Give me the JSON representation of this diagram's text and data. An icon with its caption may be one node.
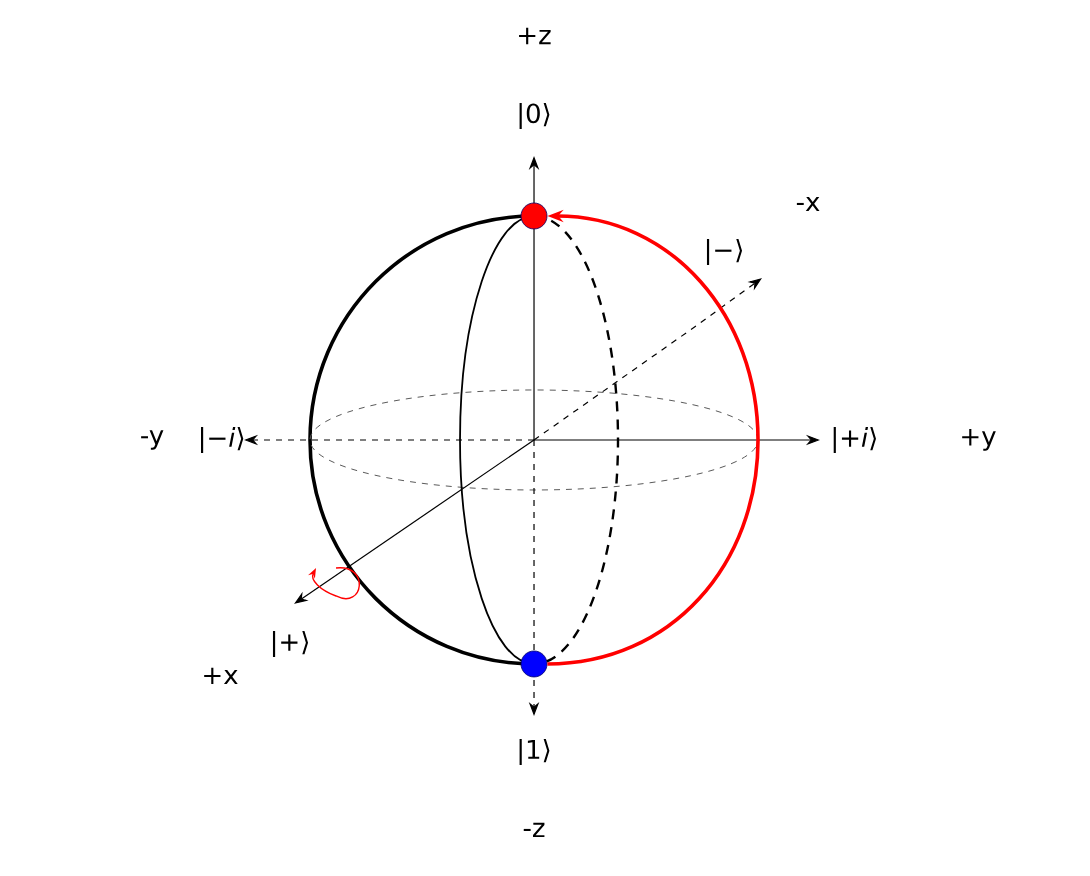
{
  "diagram": {
    "nodes": [
      {
        "text": [],
        "shape": "circle"
      },
      {
        "text": [],
        "shape": "circle"
      }
    ],
    "edges": [
      {
        "from": 1,
        "to": 0,
        "arrow": "to",
        "color": "#ff0000"
      }
    ],
    "labels": [
      "+z",
      "|0⟩",
      "-x",
      "|−⟩",
      "-y",
      "|−*i*⟩",
      "|+*i*⟩",
      "+y",
      "|+⟩",
      "+x",
      "|1⟩",
      "-z"
    ]
  }
}
